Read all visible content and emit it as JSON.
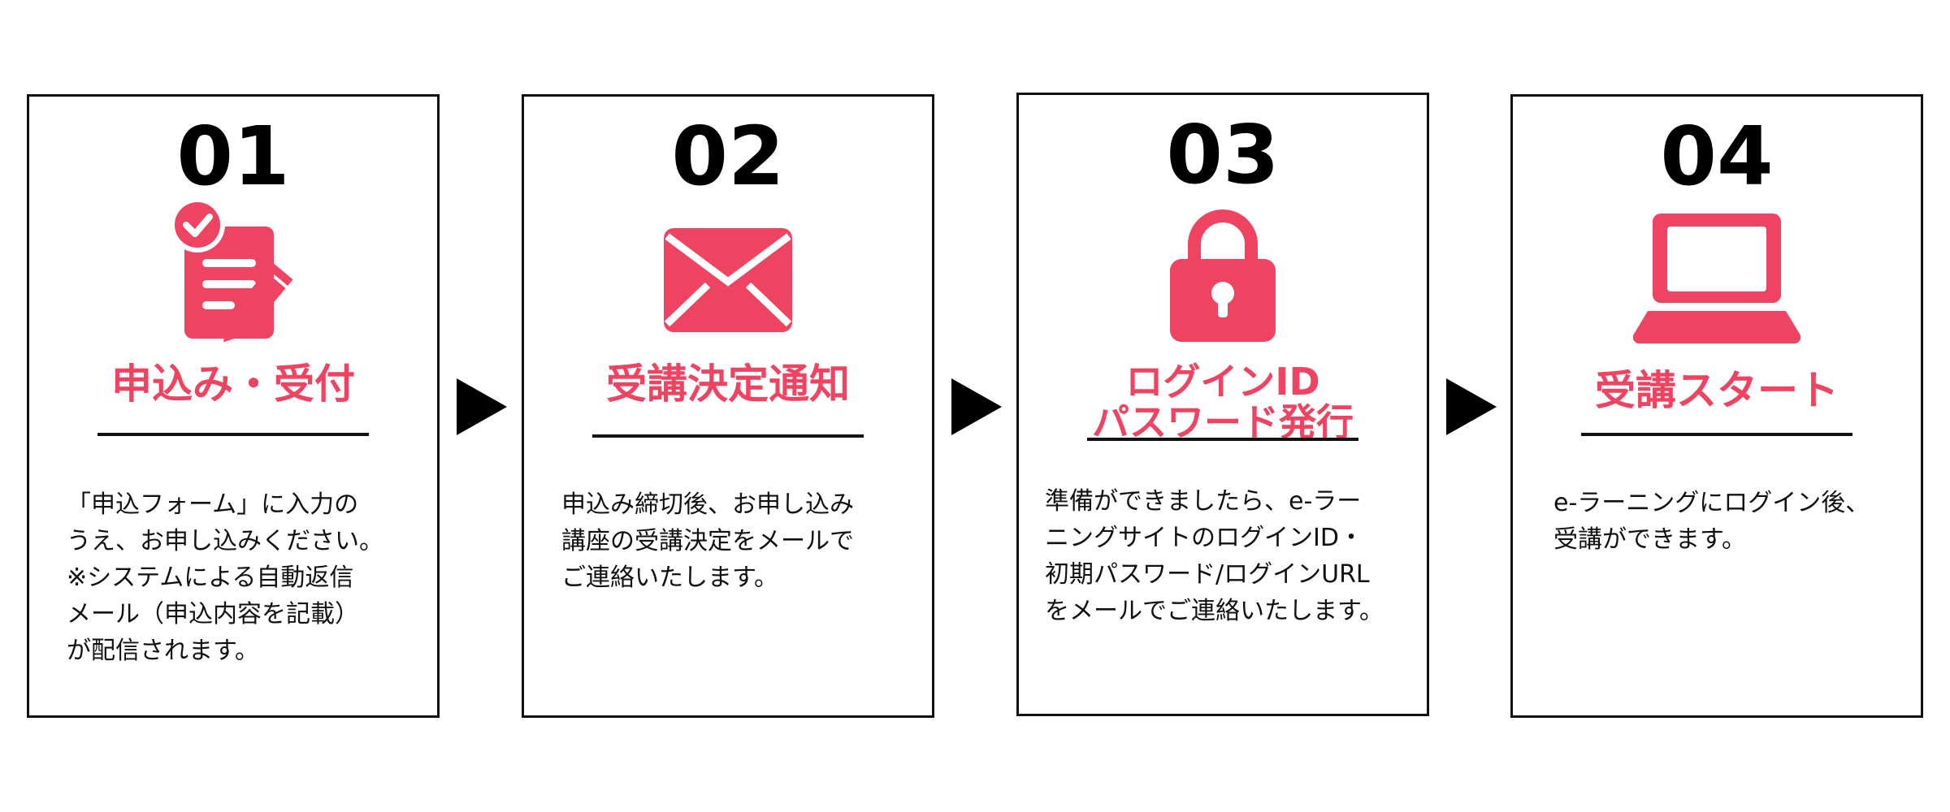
{
  "colors": {
    "accent": "#ef4461",
    "border": "#111111",
    "text": "#111111"
  },
  "arrow_icon": "right-triangle-icon",
  "steps": [
    {
      "number": "01",
      "icon": "application-form-pencil-icon",
      "title_lines": [
        "申込み・受付"
      ],
      "description_lines": [
        "「申込フォーム」に入力の",
        "うえ、お申し込みください。",
        "※システムによる自動返信",
        "メール（申込内容を記載）",
        "が配信されます。"
      ]
    },
    {
      "number": "02",
      "icon": "envelope-icon",
      "title_lines": [
        "受講決定通知"
      ],
      "description_lines": [
        "申込み締切後、お申し込み",
        "講座の受講決定をメールで",
        "ご連絡いたします。"
      ]
    },
    {
      "number": "03",
      "icon": "padlock-icon",
      "title_lines": [
        "ログインID",
        "パスワード発行"
      ],
      "description_lines": [
        "準備ができましたら、e-ラー",
        "ニングサイトのログインID・",
        "初期パスワード/ログインURL",
        "をメールでご連絡いたします。"
      ]
    },
    {
      "number": "04",
      "icon": "laptop-icon",
      "title_lines": [
        "受講スタート"
      ],
      "description_lines": [
        "e-ラーニングにログイン後、",
        "受講ができます。"
      ]
    }
  ]
}
